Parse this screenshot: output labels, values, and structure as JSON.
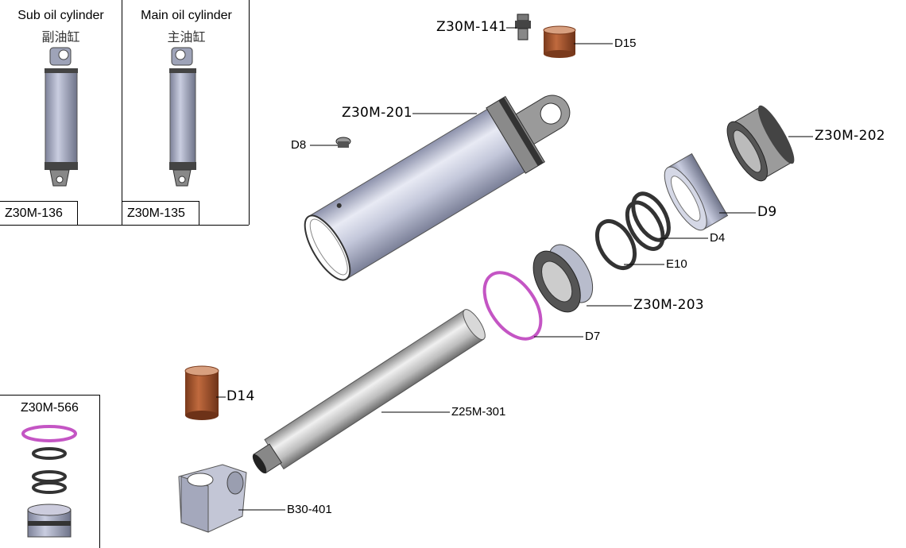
{
  "panels": {
    "sub": {
      "title": "Sub oil cylinder",
      "title_cn": "副油缸",
      "code": "Z30M-136"
    },
    "main": {
      "title": "Main oil cylinder",
      "title_cn": "主油缸",
      "code": "Z30M-135"
    },
    "kit": {
      "code": "Z30M-566"
    }
  },
  "parts": {
    "fitting": "Z30M-141",
    "bushing_top": "D15",
    "barrel": "Z30M-201",
    "plug": "D8",
    "gland": "Z30M-202",
    "seal_d9": "D9",
    "seal_d4": "D4",
    "ring_e10": "E10",
    "piston": "Z30M-203",
    "oring": "D7",
    "bushing_bottom": "D14",
    "rod": "Z25M-301",
    "rod_eye": "B30-401"
  },
  "colors": {
    "steel": "#b9bdd2",
    "dark": "#3a3a3a",
    "bronze": "#a0522d",
    "ring": "#c455c4"
  }
}
